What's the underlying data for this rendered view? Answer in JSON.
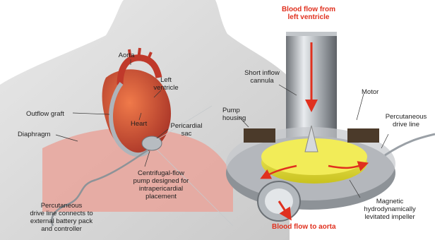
{
  "labels": {
    "aorta": "Aorta",
    "left_ventricle": "Left\nventricle",
    "outflow_graft": "Outflow graft",
    "heart": "Heart",
    "pericardial_sac": "Pericardial\nsac",
    "diaphragm": "Diaphragm",
    "centrifugal_pump": "Centrifugal-flow\npump designed for\nintrapericardial\nplacement",
    "percutaneous_left": "Percutaneous\ndrive line connects to\nexternal battery pack\nand controller",
    "blood_flow_from": "Blood flow from\nleft ventricle",
    "short_inflow": "Short inflow\ncannula",
    "pump_housing": "Pump\nhousing",
    "motor": "Motor",
    "percutaneous_right": "Percutaneous\ndrive line",
    "magnetic_impeller": "Magnetic\nhydrodynamically\nlevitated impeller",
    "blood_flow_to_aorta": "Blood flow to aorta"
  },
  "colors": {
    "flow_arrow": "#e0301e",
    "body_skin": "#d9d9d9",
    "heart": "#c8473a",
    "impeller": "#e7e13a",
    "housing": "#9aa0a6"
  }
}
